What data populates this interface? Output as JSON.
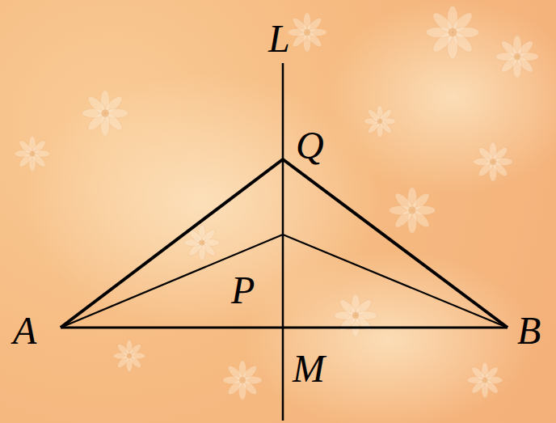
{
  "diagram": {
    "labels": [
      "L",
      "Q",
      "P",
      "A",
      "B",
      "M"
    ]
  }
}
